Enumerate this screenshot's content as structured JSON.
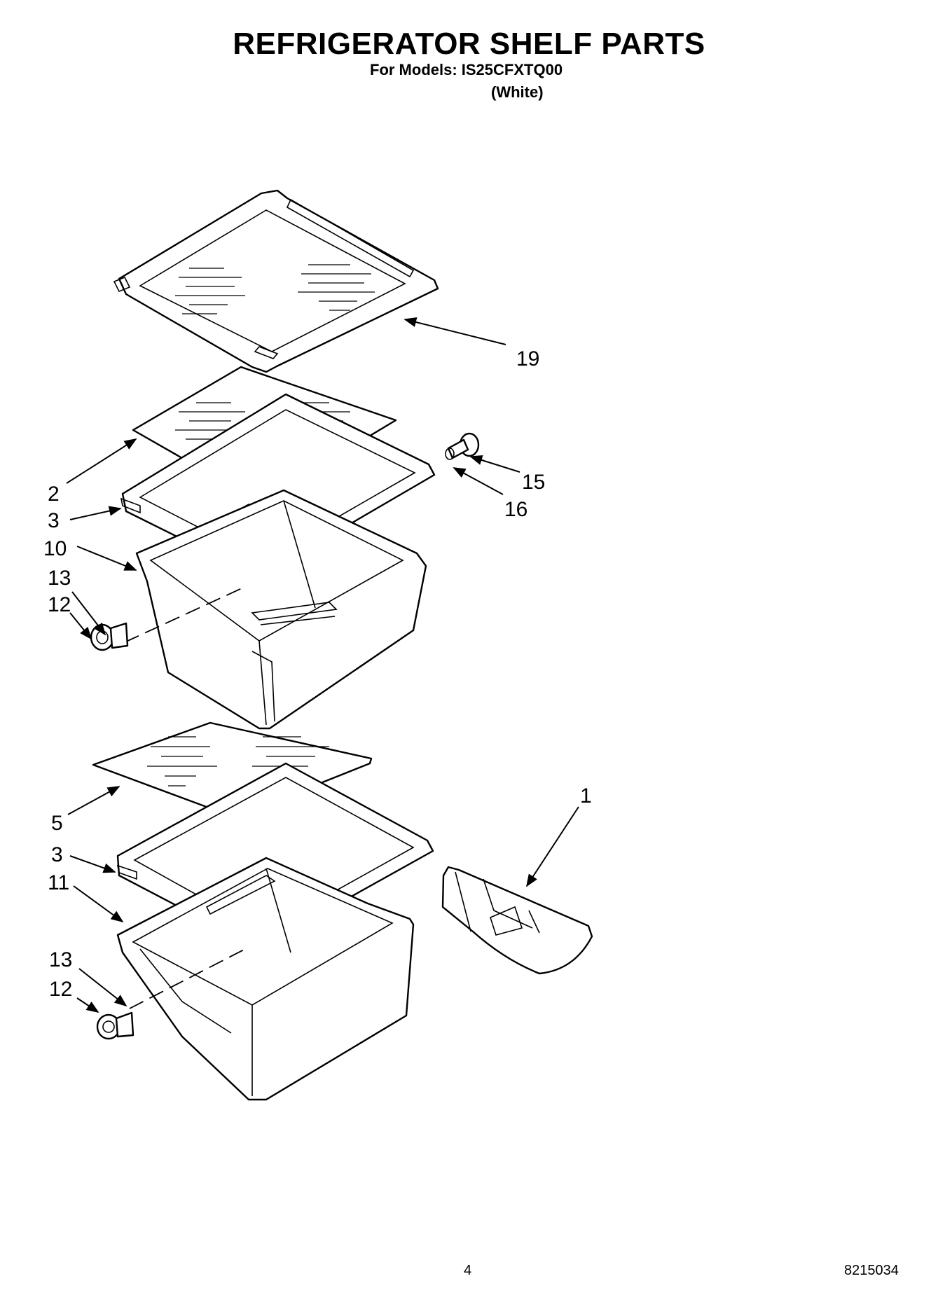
{
  "header": {
    "title": "REFRIGERATOR SHELF PARTS",
    "models": "For Models: IS25CFXTQ00",
    "variant": "(White)"
  },
  "footer": {
    "page_number": "4",
    "doc_number": "8215034"
  },
  "callouts": [
    "19",
    "2",
    "3",
    "10",
    "13",
    "12",
    "15",
    "16",
    "5",
    "3",
    "11",
    "13",
    "12",
    "1"
  ]
}
